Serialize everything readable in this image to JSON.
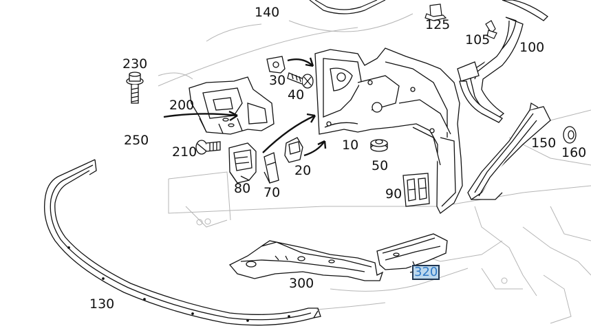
{
  "diagram": {
    "callouts": [
      {
        "id": "p140",
        "label": "140"
      },
      {
        "id": "p125",
        "label": "125"
      },
      {
        "id": "p105",
        "label": "105"
      },
      {
        "id": "p100",
        "label": "100"
      },
      {
        "id": "p230",
        "label": "230"
      },
      {
        "id": "p30",
        "label": "30"
      },
      {
        "id": "p40",
        "label": "40"
      },
      {
        "id": "p200",
        "label": "200"
      },
      {
        "id": "p250",
        "label": "250"
      },
      {
        "id": "p210",
        "label": "210"
      },
      {
        "id": "p10",
        "label": "10"
      },
      {
        "id": "p50",
        "label": "50"
      },
      {
        "id": "p20",
        "label": "20"
      },
      {
        "id": "p80",
        "label": "80"
      },
      {
        "id": "p70",
        "label": "70"
      },
      {
        "id": "p90",
        "label": "90"
      },
      {
        "id": "p150",
        "label": "150"
      },
      {
        "id": "p160",
        "label": "160"
      },
      {
        "id": "p300",
        "label": "300"
      },
      {
        "id": "p320",
        "label": "320"
      },
      {
        "id": "p130",
        "label": "130"
      }
    ],
    "selected_callout": "320",
    "colors": {
      "line": "#111111",
      "faint_line": "#b5b5b5",
      "selection_fill": "#bcd8ee",
      "selection_text": "#2f78c4",
      "selection_border": "#1f3550"
    }
  }
}
